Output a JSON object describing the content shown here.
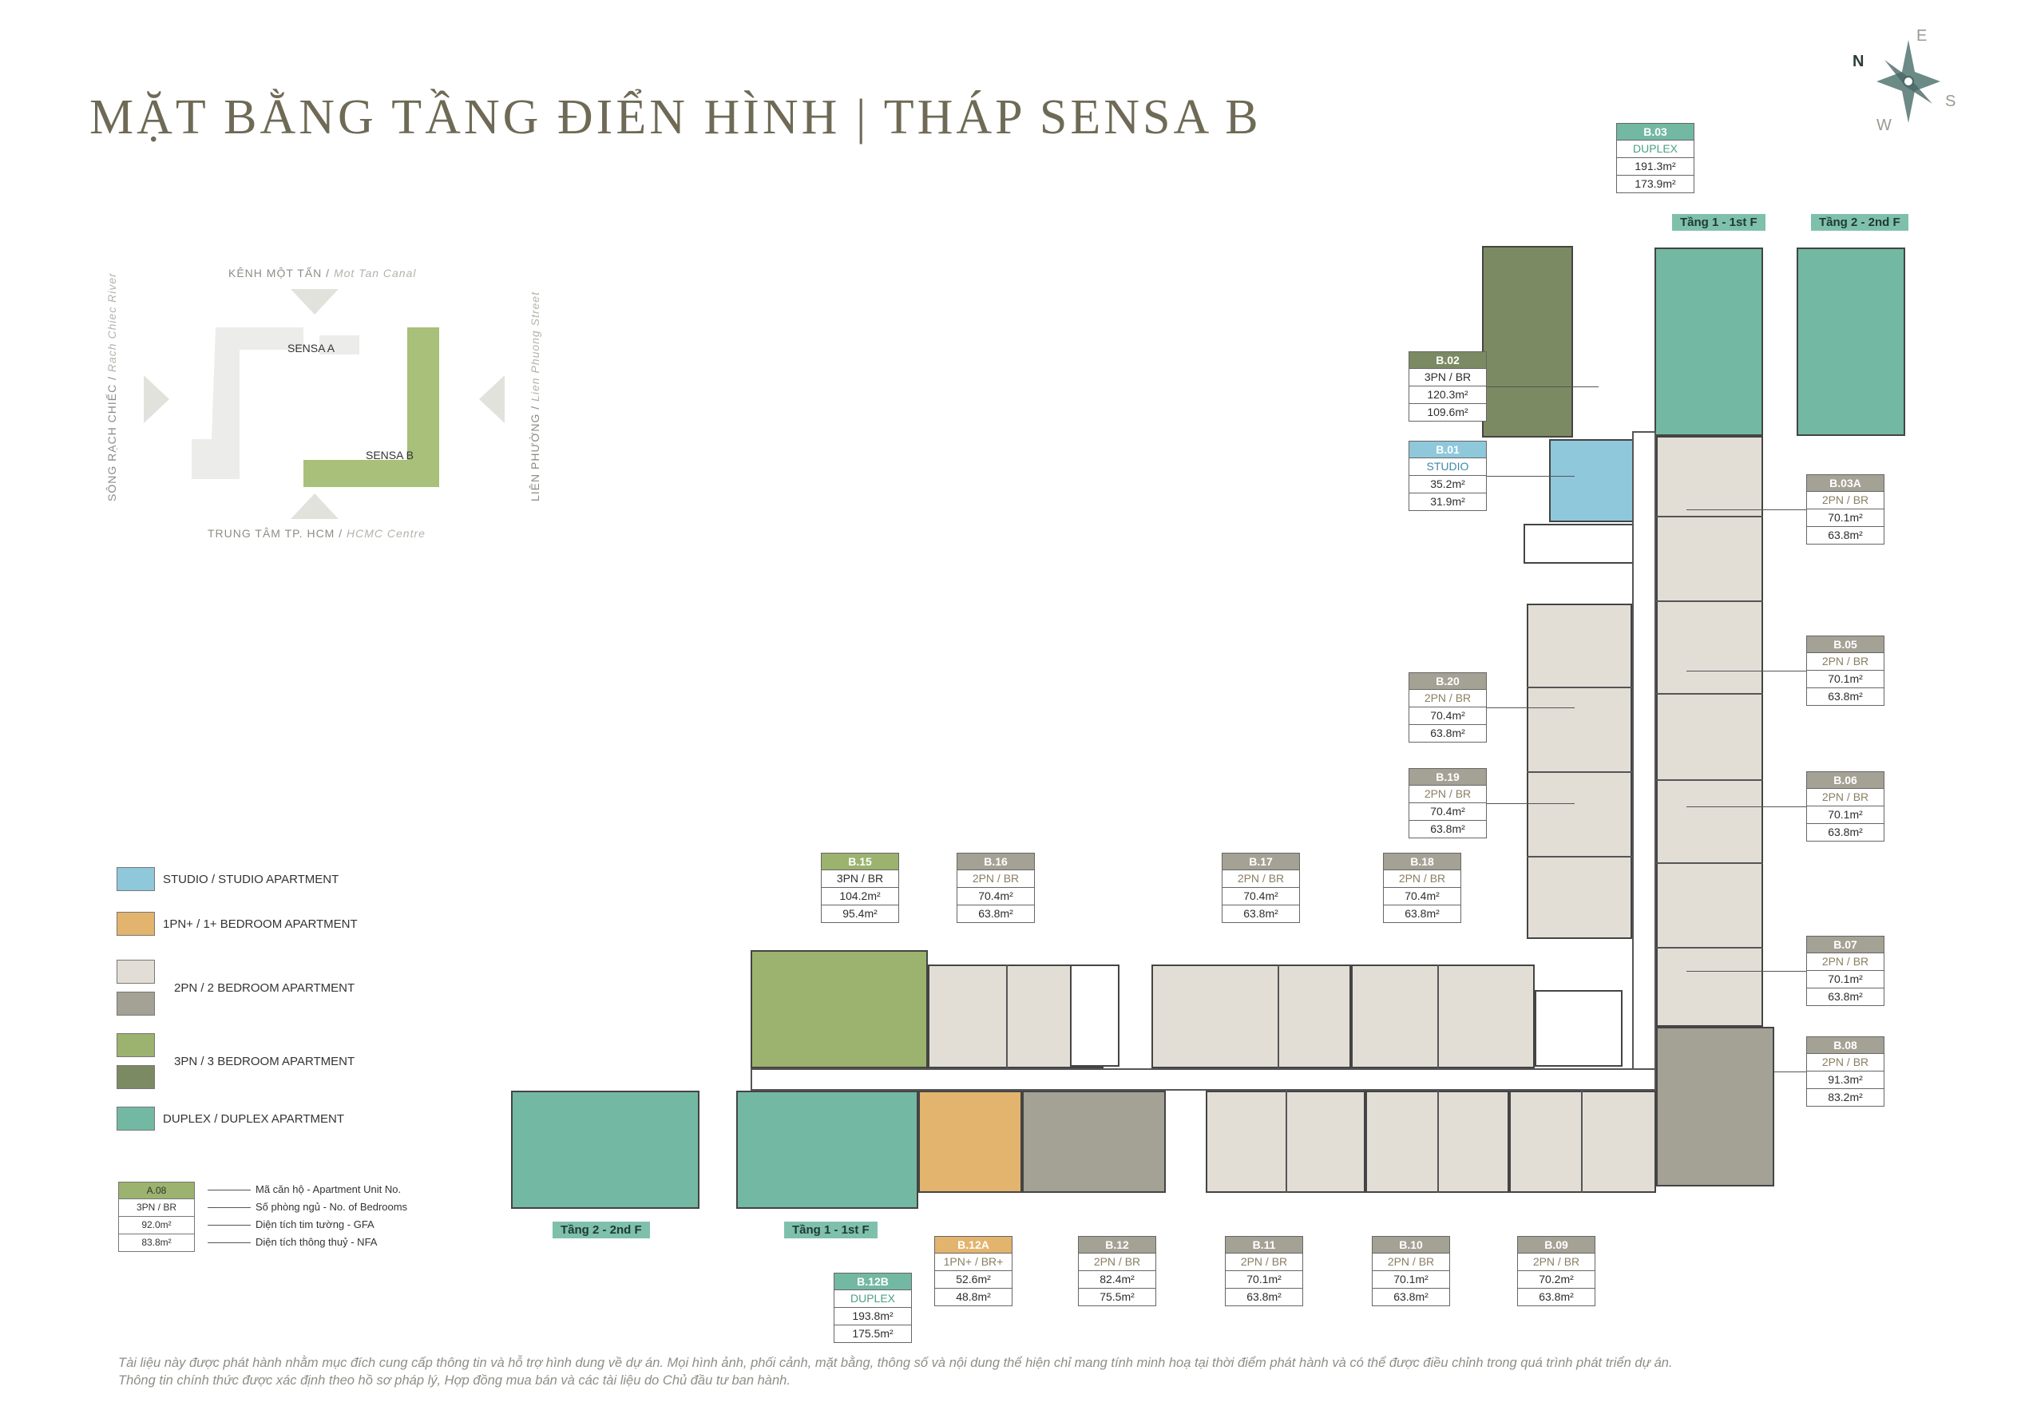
{
  "title": "MẶT BẰNG TẦNG ĐIỂN HÌNH | THÁP SENSA B",
  "compass": {
    "n": "N",
    "e": "E",
    "s": "S",
    "w": "W"
  },
  "keymap": {
    "top_vi": "KÊNH MỘT TẤN",
    "top_en": "Mot Tan Canal",
    "bottom_vi": "TRUNG TÂM TP. HCM",
    "bottom_en": "HCMC Centre",
    "left_vi": "SÔNG RẠCH CHIẾC",
    "left_en": "Rach Chiec River",
    "right_vi": "LIÊN PHƯỜNG",
    "right_en": "Lien Phuong Street",
    "tower_a": "SENSA A",
    "tower_b": "SENSA B"
  },
  "legend": {
    "studio": "STUDIO / STUDIO APARTMENT",
    "br1": "1PN+ / 1+ BEDROOM APARTMENT",
    "br2": "2PN / 2 BEDROOM APARTMENT",
    "br3": "3PN / 3 BEDROOM APARTMENT",
    "duplex": "DUPLEX / DUPLEX APARTMENT",
    "colors": {
      "studio": "#8fc8da",
      "br1": "#e3b46e",
      "br2_light": "#e2ded6",
      "br2_dark": "#a4a195",
      "br3_light": "#9bb36e",
      "br3_dark": "#7c8a63",
      "duplex": "#73b8a2"
    }
  },
  "key": {
    "code": "A.08",
    "type": "3PN / BR",
    "gfa": "92.0m²",
    "nfa": "83.8m²",
    "code_note": "Mã căn hộ - Apartment Unit No.",
    "type_note": "Số phòng ngủ - No. of Bedrooms",
    "gfa_note": "Diện tích tim tường - GFA",
    "nfa_note": "Diện tích thông thuỷ - NFA"
  },
  "floor_tags": {
    "f1_top": "Tầng 1 - 1st F",
    "f2_top": "Tầng 2 - 2nd F",
    "f2_left": "Tầng 2 - 2nd F",
    "f1_left": "Tầng 1 - 1st F"
  },
  "units": {
    "b03": {
      "code": "B.03",
      "type": "DUPLEX",
      "gfa": "191.3m²",
      "nfa": "173.9m²",
      "color": "#73b8a2"
    },
    "b02": {
      "code": "B.02",
      "type": "3PN / BR",
      "gfa": "120.3m²",
      "nfa": "109.6m²",
      "color": "#7c8a63"
    },
    "b01": {
      "code": "B.01",
      "type": "STUDIO",
      "gfa": "35.2m²",
      "nfa": "31.9m²",
      "color": "#8fc8da"
    },
    "b03a": {
      "code": "B.03A",
      "type": "2PN / BR",
      "gfa": "70.1m²",
      "nfa": "63.8m²",
      "color": "#a4a195"
    },
    "b05": {
      "code": "B.05",
      "type": "2PN / BR",
      "gfa": "70.1m²",
      "nfa": "63.8m²",
      "color": "#a4a195"
    },
    "b20": {
      "code": "B.20",
      "type": "2PN / BR",
      "gfa": "70.4m²",
      "nfa": "63.8m²",
      "color": "#a4a195"
    },
    "b19": {
      "code": "B.19",
      "type": "2PN / BR",
      "gfa": "70.4m²",
      "nfa": "63.8m²",
      "color": "#a4a195"
    },
    "b06": {
      "code": "B.06",
      "type": "2PN / BR",
      "gfa": "70.1m²",
      "nfa": "63.8m²",
      "color": "#a4a195"
    },
    "b15": {
      "code": "B.15",
      "type": "3PN / BR",
      "gfa": "104.2m²",
      "nfa": "95.4m²",
      "color": "#9bb36e"
    },
    "b16": {
      "code": "B.16",
      "type": "2PN / BR",
      "gfa": "70.4m²",
      "nfa": "63.8m²",
      "color": "#a4a195"
    },
    "b17": {
      "code": "B.17",
      "type": "2PN / BR",
      "gfa": "70.4m²",
      "nfa": "63.8m²",
      "color": "#a4a195"
    },
    "b18": {
      "code": "B.18",
      "type": "2PN / BR",
      "gfa": "70.4m²",
      "nfa": "63.8m²",
      "color": "#a4a195"
    },
    "b07": {
      "code": "B.07",
      "type": "2PN / BR",
      "gfa": "70.1m²",
      "nfa": "63.8m²",
      "color": "#a4a195"
    },
    "b08": {
      "code": "B.08",
      "type": "2PN / BR",
      "gfa": "91.3m²",
      "nfa": "83.2m²",
      "color": "#a4a195"
    },
    "b12a": {
      "code": "B.12A",
      "type": "1PN+ / BR+",
      "gfa": "52.6m²",
      "nfa": "48.8m²",
      "color": "#e3b46e"
    },
    "b12": {
      "code": "B.12",
      "type": "2PN / BR",
      "gfa": "82.4m²",
      "nfa": "75.5m²",
      "color": "#a4a195"
    },
    "b11": {
      "code": "B.11",
      "type": "2PN / BR",
      "gfa": "70.1m²",
      "nfa": "63.8m²",
      "color": "#a4a195"
    },
    "b10": {
      "code": "B.10",
      "type": "2PN / BR",
      "gfa": "70.1m²",
      "nfa": "63.8m²",
      "color": "#a4a195"
    },
    "b09": {
      "code": "B.09",
      "type": "2PN / BR",
      "gfa": "70.2m²",
      "nfa": "63.8m²",
      "color": "#a4a195"
    },
    "b12b": {
      "code": "B.12B",
      "type": "DUPLEX",
      "gfa": "193.8m²",
      "nfa": "175.5m²",
      "color": "#73b8a2"
    }
  },
  "disclaimer_1": "Tài liệu này được phát hành nhằm mục đích cung cấp thông tin và hỗ trợ hình dung về dự án. Mọi hình ảnh, phối cảnh, mặt bằng, thông số và nội dung thể hiện chỉ mang tính minh hoạ tại thời điểm phát hành và có thể được điều chỉnh trong quá trình phát triển dự án.",
  "disclaimer_2": "Thông tin chính thức được xác định theo hồ sơ pháp lý, Hợp đồng mua bán và các tài liệu do Chủ đầu tư ban hành."
}
